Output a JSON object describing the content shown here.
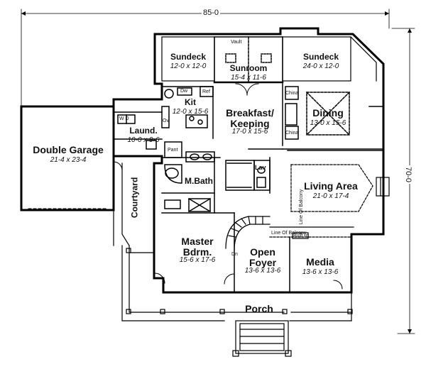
{
  "overall": {
    "width": "85-0",
    "depth": "70-0"
  },
  "rooms": {
    "sundeck_left": {
      "name": "Sundeck",
      "dim": "12-0 x 12-0"
    },
    "sunroom": {
      "name": "Sunroom",
      "dim": "15-4 x 11-6"
    },
    "sundeck_right": {
      "name": "Sundeck",
      "dim": "24-0 x 12-0"
    },
    "kit": {
      "name": "Kit",
      "dim": "12-0 x 15-6"
    },
    "breakfast": {
      "name1": "Breakfast/",
      "name2": "Keeping",
      "dim": "17-0 x 15-6"
    },
    "dining": {
      "name": "Dining",
      "dim": "13-0 x 15-6"
    },
    "laund": {
      "name": "Laund.",
      "dim": "10-0 x 9-6"
    },
    "garage": {
      "name": "Double Garage",
      "dim": "21-4 x 23-4"
    },
    "mbath": {
      "name": "M.Bath"
    },
    "living": {
      "name": "Living Area",
      "dim": "21-0 x 17-4"
    },
    "courtyard": {
      "name": "Courtyard"
    },
    "master": {
      "name1": "Master",
      "name2": "Bdrm.",
      "dim": "15-6 x 17-6"
    },
    "foyer": {
      "name1": "Open",
      "name2": "Foyer",
      "dim": "13-6 x 13-6"
    },
    "media": {
      "name": "Media",
      "dim": "13-6 x 13-6"
    },
    "porch": {
      "name": "Porch"
    }
  },
  "notes": {
    "vault": "Vault",
    "dw": "Dw",
    "ref": "Ref",
    "ov": "Ov",
    "wd": "W D",
    "pant": "Pant",
    "lav": "Lav",
    "china1": "China",
    "china2": "China",
    "line_of_balcony": "Line Of Balcony",
    "line_of_balcony_v": "Line Of Balcony",
    "built_in": "Built In",
    "dn": "Dn"
  }
}
